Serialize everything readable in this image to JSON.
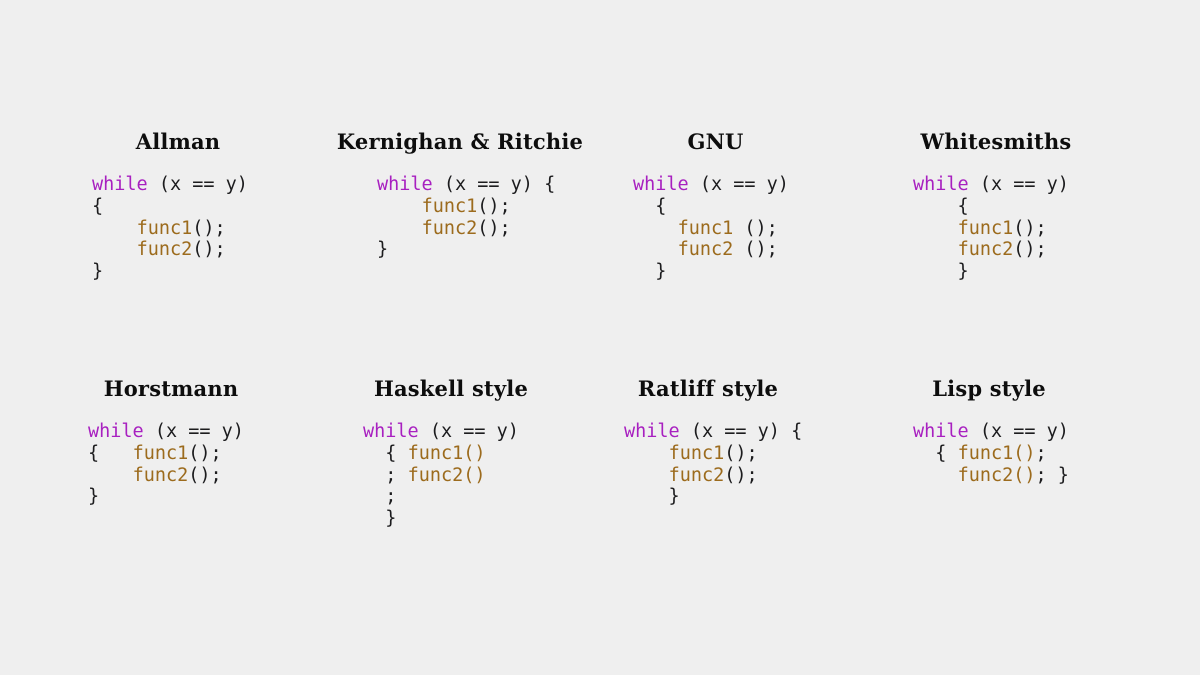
{
  "page": {
    "background_color": "#efefef"
  },
  "syntax_colors": {
    "keyword": "#a820c0",
    "function": "#9c6b1d",
    "default": "#1c1c1e",
    "title": "#0d0d0d"
  },
  "panels": [
    {
      "id": "allman",
      "title": "Allman",
      "code_lines": [
        [
          {
            "text": "while",
            "color": "keyword"
          },
          {
            "text": " (x == y)",
            "color": "default"
          }
        ],
        [
          {
            "text": "{",
            "color": "default"
          }
        ],
        [
          {
            "text": "    ",
            "color": "default"
          },
          {
            "text": "func1",
            "color": "function"
          },
          {
            "text": "();",
            "color": "default"
          }
        ],
        [
          {
            "text": "    ",
            "color": "default"
          },
          {
            "text": "func2",
            "color": "function"
          },
          {
            "text": "();",
            "color": "default"
          }
        ],
        [
          {
            "text": "}",
            "color": "default"
          }
        ]
      ]
    },
    {
      "id": "kernighan-ritchie",
      "title": "Kernighan & Ritchie",
      "code_lines": [
        [
          {
            "text": "while",
            "color": "keyword"
          },
          {
            "text": " (x == y) {",
            "color": "default"
          }
        ],
        [
          {
            "text": "    ",
            "color": "default"
          },
          {
            "text": "func1",
            "color": "function"
          },
          {
            "text": "();",
            "color": "default"
          }
        ],
        [
          {
            "text": "    ",
            "color": "default"
          },
          {
            "text": "func2",
            "color": "function"
          },
          {
            "text": "();",
            "color": "default"
          }
        ],
        [
          {
            "text": "}",
            "color": "default"
          }
        ]
      ]
    },
    {
      "id": "gnu",
      "title": "GNU",
      "code_lines": [
        [
          {
            "text": "while",
            "color": "keyword"
          },
          {
            "text": " (x == y)",
            "color": "default"
          }
        ],
        [
          {
            "text": "  {",
            "color": "default"
          }
        ],
        [
          {
            "text": "    ",
            "color": "default"
          },
          {
            "text": "func1",
            "color": "function"
          },
          {
            "text": " ();",
            "color": "default"
          }
        ],
        [
          {
            "text": "    ",
            "color": "default"
          },
          {
            "text": "func2",
            "color": "function"
          },
          {
            "text": " ();",
            "color": "default"
          }
        ],
        [
          {
            "text": "  }",
            "color": "default"
          }
        ]
      ]
    },
    {
      "id": "whitesmiths",
      "title": "Whitesmiths",
      "code_lines": [
        [
          {
            "text": "while",
            "color": "keyword"
          },
          {
            "text": " (x == y)",
            "color": "default"
          }
        ],
        [
          {
            "text": "    {",
            "color": "default"
          }
        ],
        [
          {
            "text": "    ",
            "color": "default"
          },
          {
            "text": "func1",
            "color": "function"
          },
          {
            "text": "();",
            "color": "default"
          }
        ],
        [
          {
            "text": "    ",
            "color": "default"
          },
          {
            "text": "func2",
            "color": "function"
          },
          {
            "text": "();",
            "color": "default"
          }
        ],
        [
          {
            "text": "    }",
            "color": "default"
          }
        ]
      ]
    },
    {
      "id": "horstmann",
      "title": "Horstmann",
      "code_lines": [
        [
          {
            "text": "while",
            "color": "keyword"
          },
          {
            "text": " (x == y)",
            "color": "default"
          }
        ],
        [
          {
            "text": "{   ",
            "color": "default"
          },
          {
            "text": "func1",
            "color": "function"
          },
          {
            "text": "();",
            "color": "default"
          }
        ],
        [
          {
            "text": "    ",
            "color": "default"
          },
          {
            "text": "func2",
            "color": "function"
          },
          {
            "text": "();",
            "color": "default"
          }
        ],
        [
          {
            "text": "}",
            "color": "default"
          }
        ]
      ]
    },
    {
      "id": "haskell-style",
      "title": "Haskell style",
      "code_lines": [
        [
          {
            "text": "while",
            "color": "keyword"
          },
          {
            "text": " (x == y)",
            "color": "default"
          }
        ],
        [
          {
            "text": "  { ",
            "color": "default"
          },
          {
            "text": "func1()",
            "color": "function"
          }
        ],
        [
          {
            "text": "  ; ",
            "color": "default"
          },
          {
            "text": "func2()",
            "color": "function"
          }
        ],
        [
          {
            "text": "  ;",
            "color": "default"
          }
        ],
        [
          {
            "text": "  }",
            "color": "default"
          }
        ]
      ]
    },
    {
      "id": "ratliff-style",
      "title": "Ratliff style",
      "code_lines": [
        [
          {
            "text": "while",
            "color": "keyword"
          },
          {
            "text": " (x == y) {",
            "color": "default"
          }
        ],
        [
          {
            "text": "    ",
            "color": "default"
          },
          {
            "text": "func1",
            "color": "function"
          },
          {
            "text": "();",
            "color": "default"
          }
        ],
        [
          {
            "text": "    ",
            "color": "default"
          },
          {
            "text": "func2",
            "color": "function"
          },
          {
            "text": "();",
            "color": "default"
          }
        ],
        [
          {
            "text": "    }",
            "color": "default"
          }
        ]
      ]
    },
    {
      "id": "lisp-style",
      "title": "Lisp style",
      "code_lines": [
        [
          {
            "text": "while",
            "color": "keyword"
          },
          {
            "text": " (x == y)",
            "color": "default"
          }
        ],
        [
          {
            "text": "  { ",
            "color": "default"
          },
          {
            "text": "func1()",
            "color": "function"
          },
          {
            "text": ";",
            "color": "default"
          }
        ],
        [
          {
            "text": "    ",
            "color": "default"
          },
          {
            "text": "func2()",
            "color": "function"
          },
          {
            "text": "; }",
            "color": "default"
          }
        ]
      ]
    }
  ]
}
